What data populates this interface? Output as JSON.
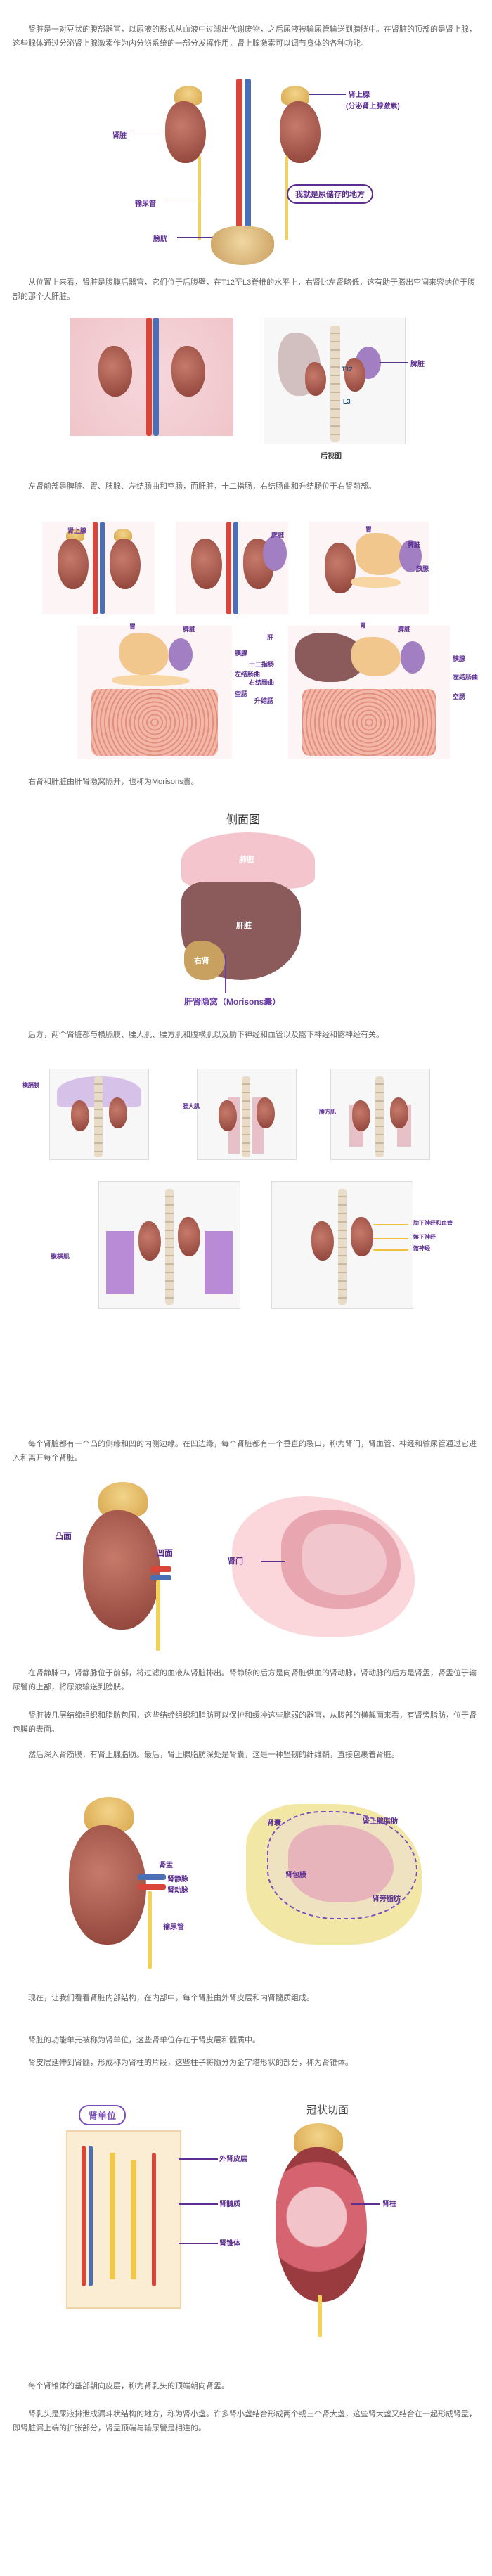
{
  "paragraphs": {
    "p1": "肾脏是一对豆状的腹部器官，以尿液的形式从血液中过滤出代谢废物，之后尿液被输尿管输送到膀胱中。在肾脏的顶部的是肾上腺，这些腺体通过分泌肾上腺激素作为内分泌系统的一部分发挥作用，肾上腺激素可以调节身体的各种功能。",
    "p2": "从位置上来看，肾脏是腹膜后器官，它们位于后腹壁，在T12至L3脊椎的水平上，右肾比左肾略低，这有助于腾出空间来容纳位于腹部的那个大肝脏。",
    "p3": "左肾前部是脾脏、胃、胰腺、左结肠曲和空肠，而肝脏，十二指肠，右结肠曲和升结肠位于右肾前部。",
    "p4": "右肾和肝脏由肝肾隐窝隔开，也称为Morisons囊。",
    "p5": "后方，两个肾脏都与横膈膜、腰大肌、腰方肌和腹横肌以及肋下神经和血管以及髂下神经和髂神经有关。",
    "p6": "每个肾脏都有一个凸的侧缘和凹的内侧边缘。在凹边缘，每个肾脏都有一个垂直的裂口，称为肾门，肾血管、神经和输尿管通过它进入和离开每个肾脏。",
    "p7": "在肾静脉中，肾静脉位于前部，将过滤的血液从肾脏排出。肾静脉的后方是向肾脏供血的肾动脉，肾动脉的后方是肾盂，肾盂位于输尿管的上部，将尿液输送到膀胱。",
    "p8": "肾脏被几层结缔组织和脂肪包围，这些结缔组织和脂肪可以保护和缓冲这些脆弱的器官，从腹部的横截面来看，有肾旁脂肪，位于肾包膜的表面。",
    "p9": "然后深入肾筋膜，有肾上腺脂肪。最后，肾上腺脂肪深处是肾囊，这是一种坚韧的纤维鞘，直接包裹着肾脏。",
    "p10": "现在，让我们看看肾脏内部结构，在内部中，每个肾脏由外肾皮层和内肾髓质组成。",
    "p11": "肾脏的功能单元被称为肾单位，这些肾单位存在于肾皮层和髓质中。",
    "p12": "肾皮层延伸到肾髓，形成称为肾柱的片段，这些柱子将髓分为金字塔形状的部分，称为肾锥体。",
    "p13": "每个肾锥体的基部朝向皮层，称为肾乳头的顶端朝向肾盂。",
    "p14": "肾乳头是尿液排泄成漏斗状结构的地方，称为肾小盏。许多肾小盏结合形成两个或三个肾大盏，这些肾大盏又结合在一起形成肾盂，即肾脏漏上端的扩张部分，肾盂顶端与输尿管是相连的。"
  },
  "fig1": {
    "adrenal": "肾上腺",
    "adrenal_sub": "(分泌肾上腺激素)",
    "kidney": "肾脏",
    "ureter": "输尿管",
    "bladder": "膀胱",
    "bubble": "我就是尿储存的地方"
  },
  "fig2": {
    "spleen": "脾脏",
    "t12": "T12",
    "l3": "L3",
    "caption": "后视图"
  },
  "fig3": {
    "adrenal": "肾上腺",
    "spleen": "脾脏",
    "stomach": "胃",
    "pancreas": "胰腺",
    "stomach2": "胃",
    "spleen2": "脾脏",
    "pancreas2": "胰腺",
    "left_flexure": "左结肠曲",
    "jejunum": "空肠",
    "liver": "肝",
    "duodenum": "十二指肠",
    "right_flexure": "右结肠曲",
    "ascending": "升结肠",
    "stomach3": "胃",
    "spleen3": "脾脏",
    "pancreas3": "胰腺",
    "left_flexure3": "左结肠曲",
    "jejunum3": "空肠"
  },
  "fig4": {
    "title": "侧面图",
    "lung": "肺脏",
    "liver": "肝脏",
    "kidney": "右肾",
    "pouch": "肝肾隐窝（Morisons囊）"
  },
  "fig5": {
    "diaphragm": "横膈膜",
    "psoas": "腰大肌",
    "quadratus": "腰方肌",
    "transversus": "腹横肌",
    "subcostal": "肋下神经和血管",
    "iliohypogastric": "髂下神经",
    "ilioinguinal": "髂神经"
  },
  "fig6": {
    "convex": "凸面",
    "concave": "凹面",
    "hilum": "肾门"
  },
  "fig7": {
    "pelvis": "肾盂",
    "vein": "肾静脉",
    "artery": "肾动脉",
    "ureter": "输尿管",
    "capsule": "肾囊",
    "adrenal_fat": "肾上腺脂肪",
    "fascia": "肾包膜",
    "perirenal": "肾旁脂肪"
  },
  "fig8": {
    "nephron": "肾单位",
    "coronal": "冠状切面",
    "cortex": "外肾皮层",
    "medulla": "肾髓质",
    "pyramid": "肾锥体",
    "column": "肾柱"
  }
}
